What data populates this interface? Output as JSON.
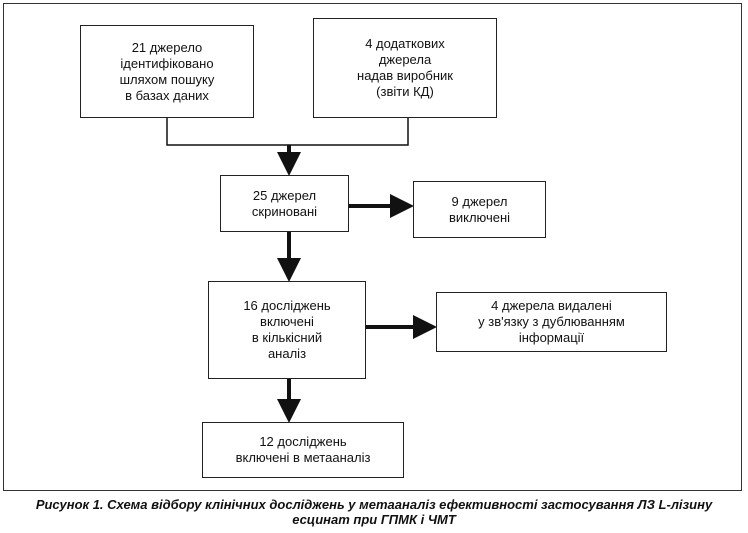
{
  "boxes": {
    "search_sources": "21 джерело\nідентифіковано\nшляхом пошуку\nв базах даних",
    "additional_sources": "4 додаткових\nджерела\nнадав виробник\n(звіти КД)",
    "screened": "25 джерел\nскриновані",
    "excluded": "9 джерел\nвиключені",
    "included_quantitative": "16 досліджень\nвключені\nв кількісний\nаналіз",
    "removed_duplicates": "4 джерела видалені\nу зв'язку з дублюванням\nінформації",
    "meta_analysis": "12 досліджень\nвключені в метааналіз"
  },
  "caption": {
    "line1": "Рисунок 1. Схема відбору клінічних досліджень у метааналіз ефективності застосування ЛЗ L-лізину",
    "line2": "есцинат при ГПМК і ЧМТ"
  }
}
